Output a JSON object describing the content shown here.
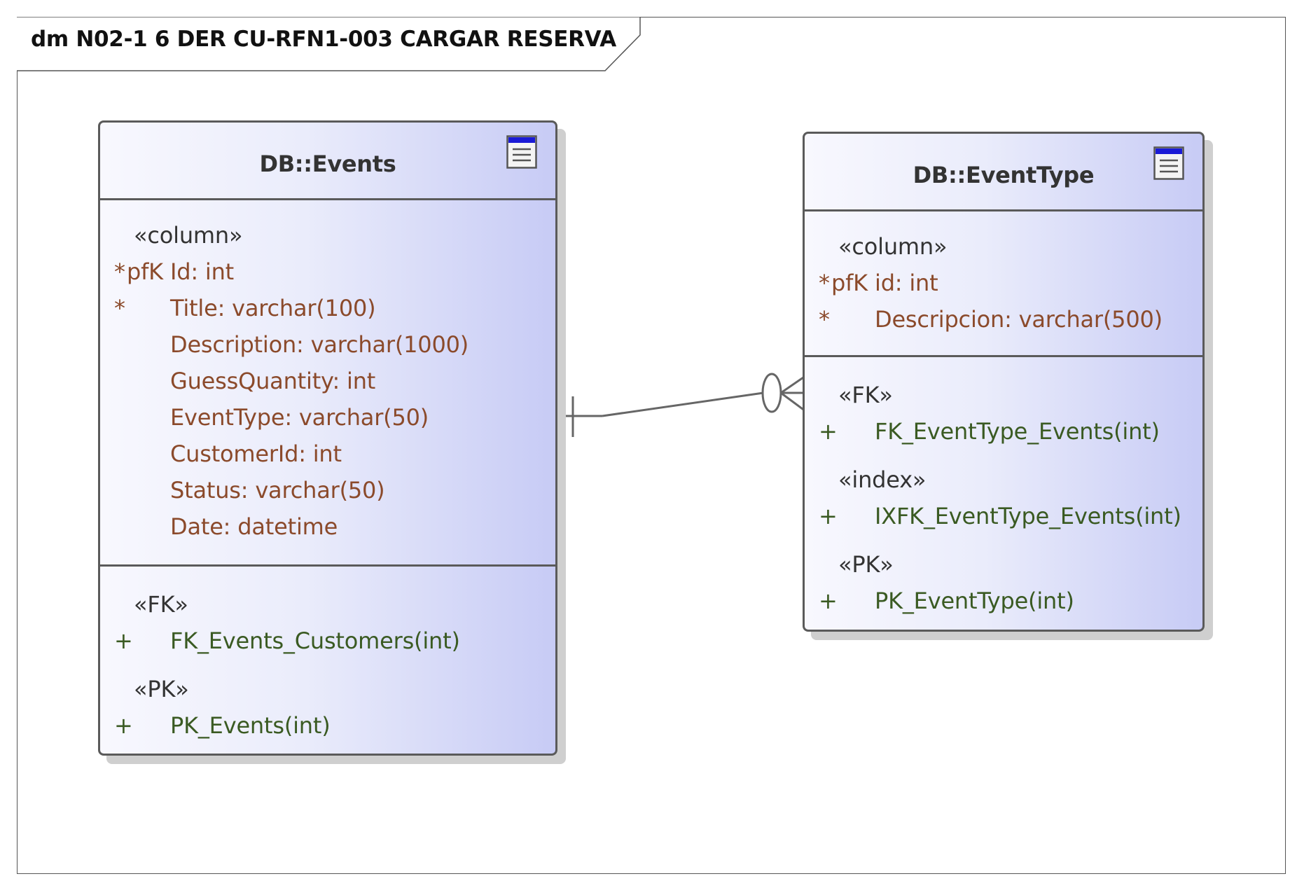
{
  "diagram": {
    "title": "dm N02-1 6 DER CU-RFN1-003 CARGAR RESERVA"
  },
  "tables": {
    "events": {
      "name": "DB::Events",
      "columns_stereotype": "«column»",
      "columns": [
        {
          "marker": "*",
          "key": "pfK",
          "text": "Id: int"
        },
        {
          "marker": "*",
          "key": "",
          "text": "Title: varchar(100)"
        },
        {
          "marker": "",
          "key": "",
          "text": "Description: varchar(1000)"
        },
        {
          "marker": "",
          "key": "",
          "text": "GuessQuantity: int"
        },
        {
          "marker": "",
          "key": "",
          "text": "EventType: varchar(50)"
        },
        {
          "marker": "",
          "key": "",
          "text": "CustomerId: int"
        },
        {
          "marker": "",
          "key": "",
          "text": "Status: varchar(50)"
        },
        {
          "marker": "",
          "key": "",
          "text": "Date: datetime"
        }
      ],
      "ops": [
        {
          "stereotype": "«FK»",
          "marker": "+",
          "text": "FK_Events_Customers(int)"
        },
        {
          "stereotype": "«PK»",
          "marker": "+",
          "text": "PK_Events(int)"
        }
      ]
    },
    "eventtype": {
      "name": "DB::EventType",
      "columns_stereotype": "«column»",
      "columns": [
        {
          "marker": "*",
          "key": "pfK",
          "text": "id: int"
        },
        {
          "marker": "*",
          "key": "",
          "text": "Descripcion: varchar(500)"
        }
      ],
      "ops": [
        {
          "stereotype": "«FK»",
          "marker": "+",
          "text": "FK_EventType_Events(int)"
        },
        {
          "stereotype": "«index»",
          "marker": "+",
          "text": "IXFK_EventType_Events(int)"
        },
        {
          "stereotype": "«PK»",
          "marker": "+",
          "text": "PK_EventType(int)"
        }
      ]
    }
  },
  "relationship": {
    "source_end": "one-and-only-one",
    "target_end": "zero-or-many"
  },
  "colors": {
    "attribute": "#8b4a2b",
    "operation": "#3a5a22",
    "stereotype": "#333333",
    "border": "#5a5a5a",
    "icon_header": "#1a1ad6"
  }
}
